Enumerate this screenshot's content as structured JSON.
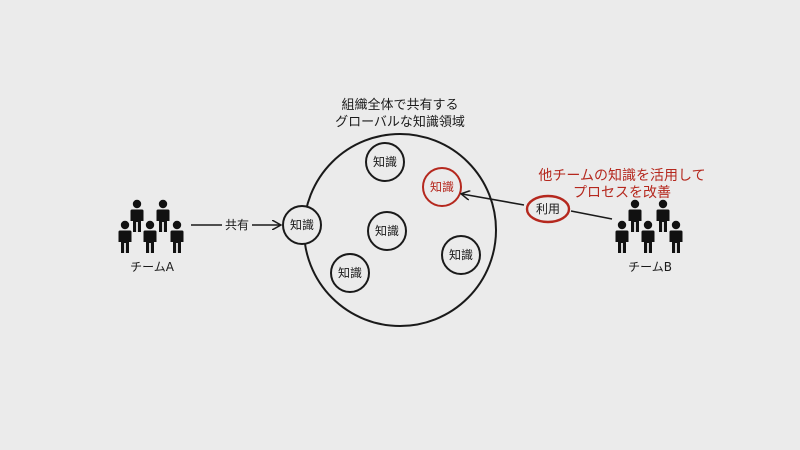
{
  "global_area": {
    "title_line1": "組織全体で共有する",
    "title_line2": "グローバルな知識領域"
  },
  "knowledge_label": "知識",
  "team_a": {
    "label": "チームA"
  },
  "team_b": {
    "label": "チームB"
  },
  "share_label": "共有",
  "use_label": "利用",
  "annotation": {
    "line1": "他チームの知識を活用して",
    "line2": "プロセスを改善"
  },
  "colors": {
    "background": "#ebebeb",
    "ink": "#1a1a1a",
    "accent": "#b5281e"
  }
}
